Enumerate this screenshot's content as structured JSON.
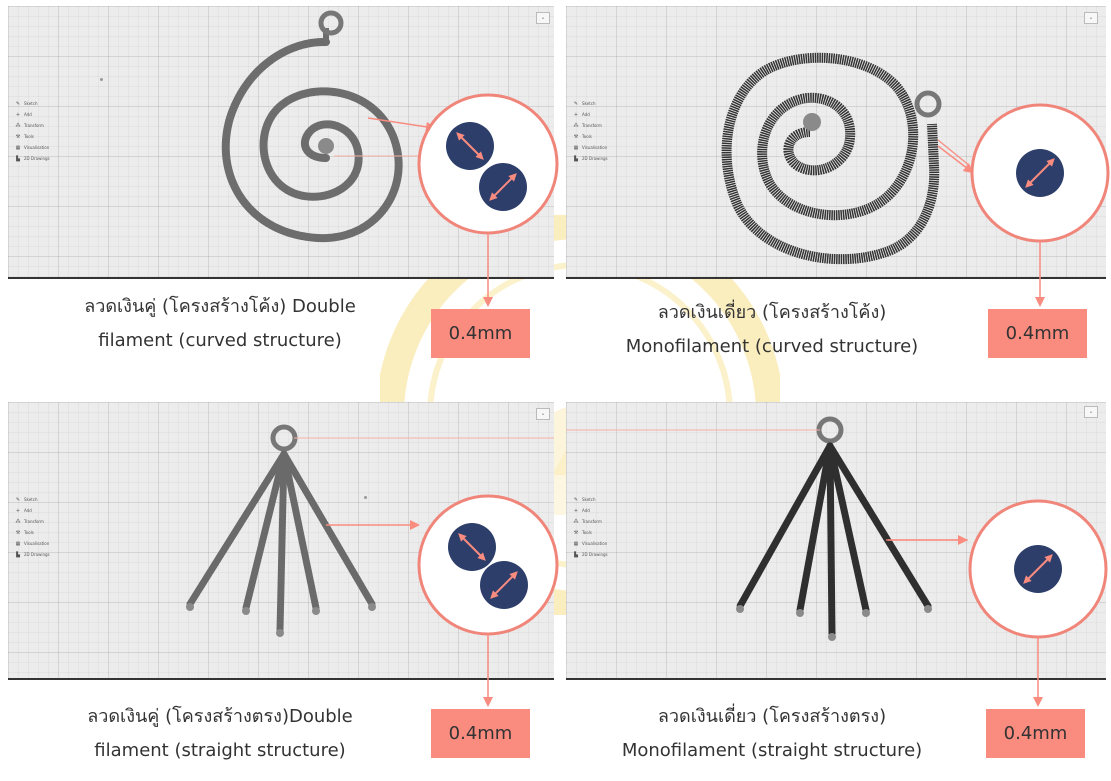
{
  "panels": [
    {
      "id": "double-curved",
      "caption_line1": "ลวดเงินคู่ (โครงสร้างโค้ง) Double",
      "caption_line2": "filament (curved structure)",
      "measurement": "0.4mm",
      "filament_count": 2
    },
    {
      "id": "mono-curved",
      "caption_line1": "ลวดเงินเดี่ยว (โครงสร้างโค้ง)",
      "caption_line2": "Monofilament (curved structure)",
      "measurement": "0.4mm",
      "filament_count": 1
    },
    {
      "id": "double-straight",
      "caption_line1": "ลวดเงินคู่ (โครงสร้างตรง)Double",
      "caption_line2": "filament (straight structure)",
      "measurement": "0.4mm",
      "filament_count": 2
    },
    {
      "id": "mono-straight",
      "caption_line1": "ลวดเงินเดี่ยว (โครงสร้างตรง)",
      "caption_line2": "Monofilament (straight structure)",
      "measurement": "0.4mm",
      "filament_count": 1
    }
  ],
  "cad_menu": [
    "Sketch",
    "Add",
    "Transform",
    "Tools",
    "Visualisation",
    "2D Drawings"
  ],
  "cad_menu_icons": [
    "pencil-icon",
    "plus-icon",
    "transform-icon",
    "wrench-icon",
    "grid-icon",
    "drawing-icon"
  ],
  "colors": {
    "callout_ring": "#f0857a",
    "filament_disc": "#2d3e6b",
    "arrow": "#f98b7f",
    "measure_box": "#f98b7f",
    "watermark": "#f2d56b"
  }
}
